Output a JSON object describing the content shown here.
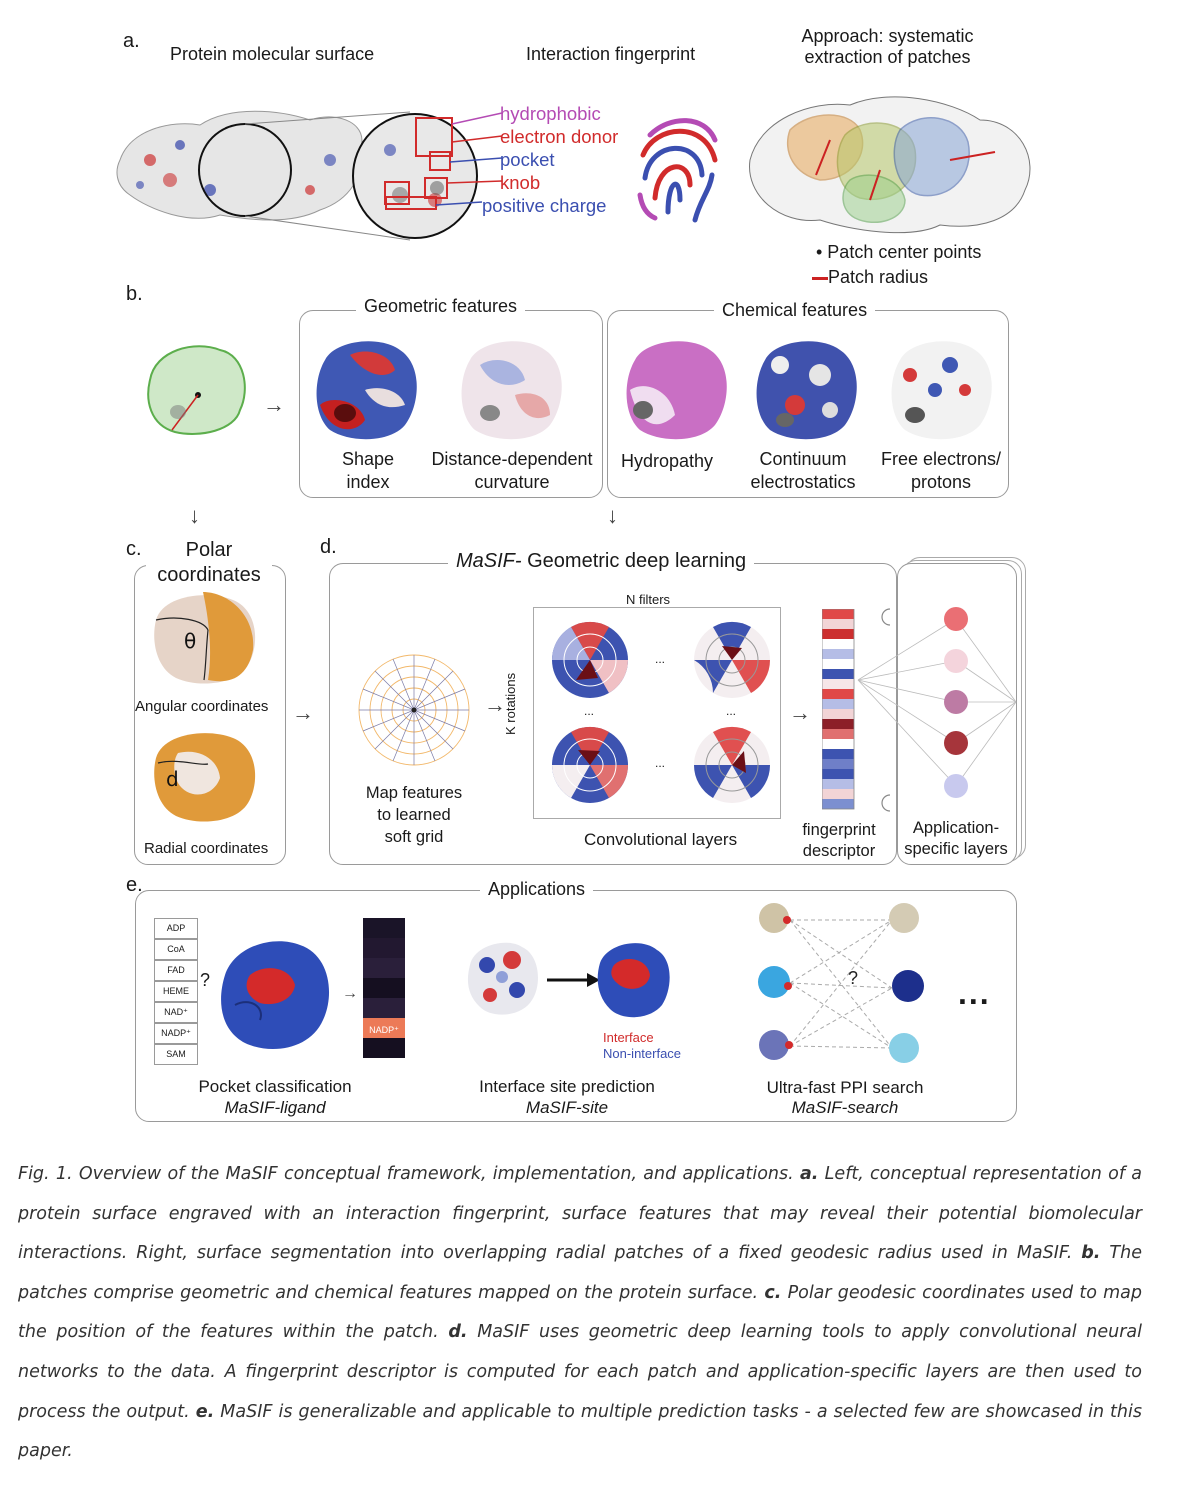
{
  "figure": {
    "panel_a": {
      "label": "a.",
      "title_left": "Protein molecular surface",
      "title_mid": "Interaction fingerprint",
      "title_right_line1": "Approach: systematic",
      "title_right_line2": "extraction of patches",
      "features": [
        "hydrophobic",
        "electron donor",
        "pocket",
        "knob",
        "positive charge"
      ],
      "legend_points": "• Patch center points",
      "legend_radius": "Patch radius",
      "colors": {
        "hydrophobic": "#b44bb4",
        "electron_donor": "#d12b2b",
        "pocket": "#3b4fb0",
        "knob": "#d12b2b",
        "positive_charge": "#3b4fb0"
      }
    },
    "panel_b": {
      "label": "b.",
      "geometric_title": "Geometric features",
      "chemical_title": "Chemical features",
      "shape_index_1": "Shape",
      "shape_index_2": "index",
      "curvature_1": "Distance-dependent",
      "curvature_2": "curvature",
      "hydropathy": "Hydropathy",
      "electro_1": "Continuum",
      "electro_2": "electrostatics",
      "free_1": "Free electrons/",
      "free_2": "protons"
    },
    "panel_c": {
      "label": "c.",
      "title_1": "Polar",
      "title_2": "coordinates",
      "theta": "θ",
      "angular": "Angular coordinates",
      "d": "d",
      "radial": "Radial coordinates"
    },
    "panel_d": {
      "label": "d.",
      "title_italic": "MaSIF-",
      "title_rest": " Geometric deep learning",
      "n_filters": "N filters",
      "k_rotations": "K rotations",
      "dots": "...",
      "map_1": "Map features",
      "map_2": "to learned",
      "map_3": "soft grid",
      "conv": "Convolutional layers",
      "fp_1": "fingerprint",
      "fp_2": "descriptor",
      "app_1": "Application-",
      "app_2": "specific layers"
    },
    "panel_e": {
      "label": "e.",
      "title": "Applications",
      "ligands": [
        "ADP",
        "CoA",
        "FAD",
        "HEME",
        "NAD⁺",
        "NADP⁺",
        "SAM"
      ],
      "question": "?",
      "nadp_bar": "NADP⁺",
      "pocket_1": "Pocket classification",
      "pocket_2": "MaSIF-ligand",
      "interface": "Interface",
      "non_interface": "Non-interface",
      "site_1": "Interface site prediction",
      "site_2": "MaSIF-site",
      "search_1": "Ultra-fast PPI search",
      "search_2": "MaSIF-search",
      "ellipsis": "..."
    }
  },
  "caption": {
    "intro": "Fig. 1. Overview of the MaSIF conceptual framework, implementation, and applications. ",
    "a_label": "a.",
    "a_text": " Left, conceptual representation of a protein surface engraved with an interaction fingerprint, surface features that may reveal their potential biomolecular interactions. Right, surface segmentation into overlapping radial patches of a fixed geodesic radius used in MaSIF. ",
    "b_label": "b.",
    "b_text": " The patches comprise geometric and chemical features mapped on the protein surface. ",
    "c_label": "c.",
    "c_text": " Polar geodesic coordinates used to map the position of the features within the patch. ",
    "d_label": "d.",
    "d_text": " MaSIF uses geometric deep learning tools to apply convolutional neural networks to the data. A fingerprint descriptor is computed for each patch and application-specific layers are then used to process the output. ",
    "e_label": "e.",
    "e_text": " MaSIF is generalizable and applicable to multiple prediction tasks - a selected few are showcased in this paper."
  }
}
